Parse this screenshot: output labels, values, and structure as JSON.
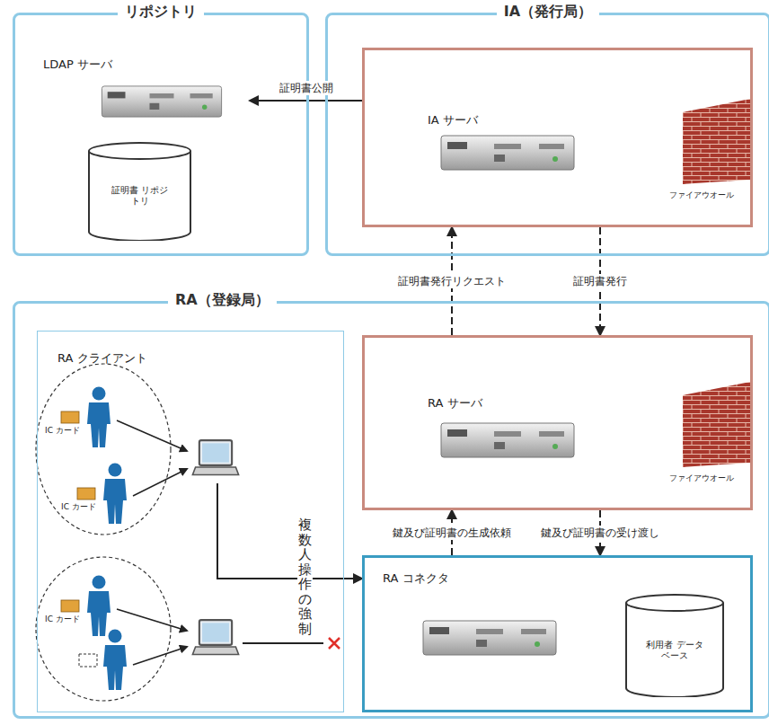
{
  "diagram": {
    "nodes": [
      {
        "text": [
          "リポジトリ"
        ]
      },
      {
        "text": [
          "LDAP サーバ"
        ],
        "in": 0
      },
      {
        "text": [
          "証明書 リポジトリ"
        ],
        "in": 0
      },
      {
        "text": [
          "IA（発行局）"
        ]
      },
      {
        "text": [
          "IA サーバ"
        ],
        "in": 3
      },
      {
        "text": [
          "RA（登録局）"
        ]
      },
      {
        "text": [
          "RA クライアント"
        ],
        "in": 5
      },
      {
        "text": [
          "RA サーバ"
        ],
        "in": 5
      },
      {
        "text": [
          "RA コネクタ"
        ],
        "in": 5
      },
      {
        "text": [
          "利用者 データベース"
        ],
        "in": 8
      }
    ],
    "edges": [
      {
        "from": 4,
        "to": 1,
        "label": "証明書公開",
        "arrow": "to"
      },
      {
        "from": 7,
        "to": 4,
        "label": "証明書発行リクエスト",
        "arrow": "to"
      },
      {
        "from": 4,
        "to": 7,
        "label": "証明書発行",
        "arrow": "to"
      },
      {
        "from": 8,
        "to": 7,
        "label": "鍵及び証明書の生成依頼",
        "arrow": "to"
      },
      {
        "from": 7,
        "to": 8,
        "label": "鍵及び証明書の受け渡し",
        "arrow": "to"
      },
      {
        "from": 6,
        "to": 8,
        "arrow": "to"
      }
    ],
    "labels": [
      "ファイアウオール",
      "ファイアウオール",
      "IC カード",
      "IC カード",
      "IC カード",
      "複数人操作の強制"
    ]
  }
}
